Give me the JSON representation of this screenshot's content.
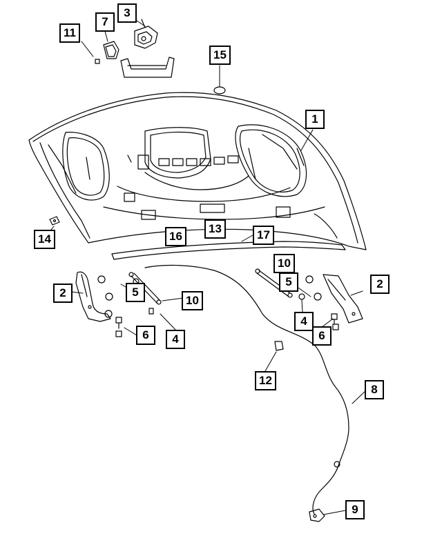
{
  "callouts": [
    {
      "id": "c1",
      "label": "1"
    },
    {
      "id": "c2a",
      "label": "2"
    },
    {
      "id": "c2b",
      "label": "2"
    },
    {
      "id": "c3",
      "label": "3"
    },
    {
      "id": "c4a",
      "label": "4"
    },
    {
      "id": "c4b",
      "label": "4"
    },
    {
      "id": "c5a",
      "label": "5"
    },
    {
      "id": "c5b",
      "label": "5"
    },
    {
      "id": "c6a",
      "label": "6"
    },
    {
      "id": "c6b",
      "label": "6"
    },
    {
      "id": "c7",
      "label": "7"
    },
    {
      "id": "c8",
      "label": "8"
    },
    {
      "id": "c9",
      "label": "9"
    },
    {
      "id": "c10a",
      "label": "10"
    },
    {
      "id": "c10b",
      "label": "10"
    },
    {
      "id": "c11",
      "label": "11"
    },
    {
      "id": "c12",
      "label": "12"
    },
    {
      "id": "c13",
      "label": "13"
    },
    {
      "id": "c14",
      "label": "14"
    },
    {
      "id": "c15",
      "label": "15"
    },
    {
      "id": "c16",
      "label": "16"
    },
    {
      "id": "c17",
      "label": "17"
    }
  ]
}
